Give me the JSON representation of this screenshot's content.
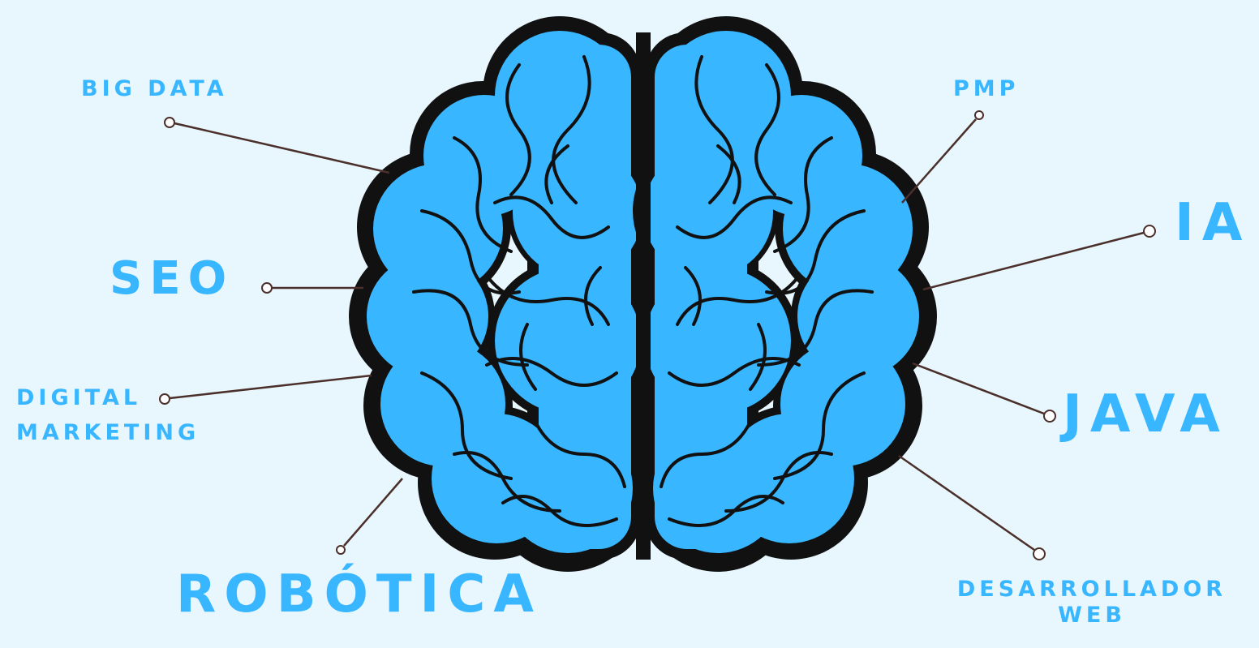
{
  "colors": {
    "background": "#e8f6fd",
    "label": "#38b6ff",
    "brain_fill": "#38b6ff",
    "brain_outline": "#111111",
    "connector": "#4a2f2a"
  },
  "brain": {
    "icon": "brain-icon"
  },
  "labels": {
    "big_data": "BIG DATA",
    "seo": "SEO",
    "digital_marketing_line1": "DIGITAL",
    "digital_marketing_line2": "MARKETING",
    "robotica": "ROBÓTICA",
    "pmp": "PMP",
    "ia": "IA",
    "java": "JAVA",
    "desarrollador_web_line1": "DESARROLLADOR",
    "desarrollador_web_line2": "WEB"
  }
}
